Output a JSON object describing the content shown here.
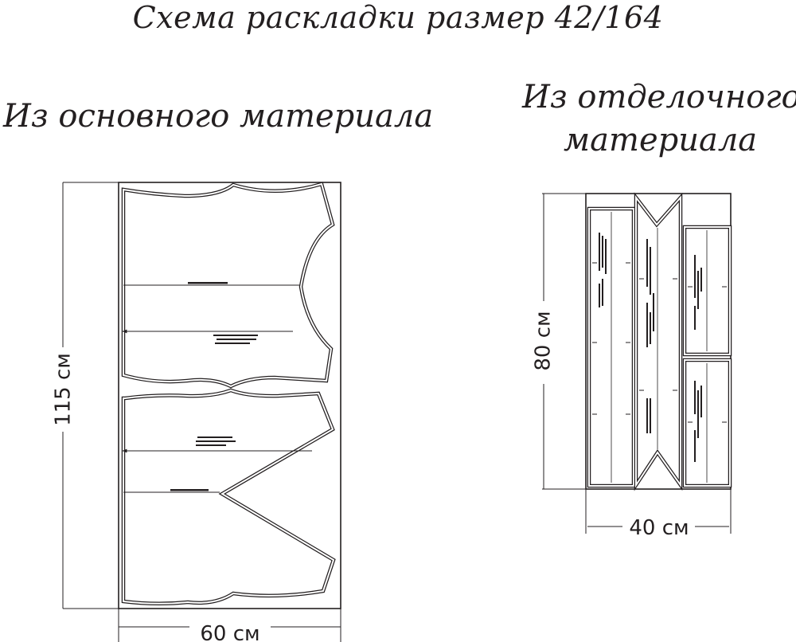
{
  "title": "Схема раскладки размер 42/164",
  "main_section": {
    "heading": "Из основного материала",
    "width_label": "60 см",
    "height_label": "115 см"
  },
  "trim_section": {
    "heading_line1": "Из отделочного",
    "heading_line2": "материала",
    "width_label": "40 см",
    "height_label": "80 см"
  },
  "colors": {
    "ink": "#231f20",
    "background": "#ffffff"
  }
}
